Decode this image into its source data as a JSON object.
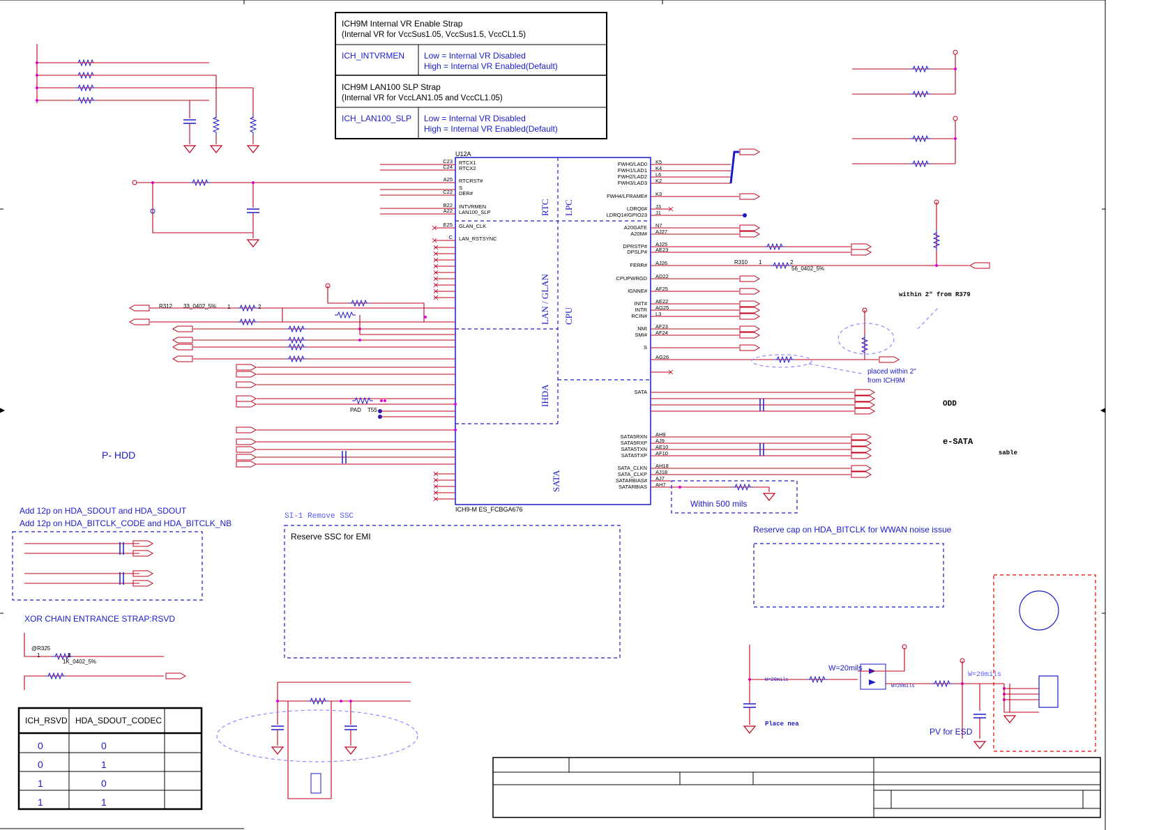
{
  "strap_table": {
    "intvr_title": "ICH9M Internal VR Enable Strap",
    "intvr_sub": "(Internal VR for VccSus1.05, VccSus1.5, VccCL1.5)",
    "intvr_signal": "ICH_INTVRMEN",
    "intvr_low": "Low = Internal VR Disabled",
    "intvr_high": "High = Internal VR Enabled(Default)",
    "lan_title": "ICH9M LAN100 SLP Strap",
    "lan_sub": "(Internal VR for VccLAN1.05 and VccCL1.05)",
    "lan_signal": "ICH_LAN100_SLP",
    "lan_low": "Low = Internal VR Disabled",
    "lan_high": "High = Internal VR Enabled(Default)"
  },
  "chip": {
    "ref": "U12A",
    "part": "ICH9-M ES_FCBGA676",
    "sections": [
      "RTC",
      "LPC",
      "LAN / GLAN",
      "CPU",
      "IHDA",
      "SATA",
      "SATA"
    ],
    "left_pins": [
      {
        "ball": "C23",
        "name": "RTCX1"
      },
      {
        "ball": "C24",
        "name": "RTCX2"
      },
      {
        "ball": "A25",
        "name": "RTCRST#"
      },
      {
        "ball": "",
        "name": "S"
      },
      {
        "ball": "C22",
        "name": "DER#"
      },
      {
        "ball": "B22",
        "name": "INTVRMEN"
      },
      {
        "ball": "A22",
        "name": "LAN100_SLP"
      },
      {
        "ball": "E25",
        "name": "GLAN_CLK"
      },
      {
        "ball": "C",
        "name": "LAN_RSTSYNC"
      }
    ],
    "right_pins": [
      {
        "ball": "K5",
        "name": "FWH0/LAD0"
      },
      {
        "ball": "K4",
        "name": "FWH1/LAD1"
      },
      {
        "ball": "L6",
        "name": "FWH2/LAD2"
      },
      {
        "ball": "K2",
        "name": "FWH3/LAD3"
      },
      {
        "ball": "K3",
        "name": "FWH4/LFRAME#"
      },
      {
        "ball": "J3",
        "name": "LDRQ0#"
      },
      {
        "ball": "J1",
        "name": "LDRQ1#/GPIO23"
      },
      {
        "ball": "N7",
        "name": "A20GATE"
      },
      {
        "ball": "AJ27",
        "name": "A20M#"
      },
      {
        "ball": "AJ25",
        "name": "DPRSTP#"
      },
      {
        "ball": "AE23",
        "name": "DPSLP#"
      },
      {
        "ball": "AJ26",
        "name": "FERR#"
      },
      {
        "ball": "AD22",
        "name": "CPUPWRGD"
      },
      {
        "ball": "AF25",
        "name": "IGNNE#"
      },
      {
        "ball": "AE22",
        "name": "INIT#"
      },
      {
        "ball": "AG25",
        "name": "INTR"
      },
      {
        "ball": "L3",
        "name": "RCIN#"
      },
      {
        "ball": "AF23",
        "name": "NMI"
      },
      {
        "ball": "AF24",
        "name": "SMI#"
      },
      {
        "ball": "",
        "name": "S"
      },
      {
        "ball": "AG26",
        "name": ""
      },
      {
        "ball": "",
        "name": "SATA"
      },
      {
        "ball": "AH9",
        "name": "SATA5RXN"
      },
      {
        "ball": "AJ9",
        "name": "SATA5RXP"
      },
      {
        "ball": "AE10",
        "name": "SATA5TXN"
      },
      {
        "ball": "AF10",
        "name": "SATA5TXP"
      },
      {
        "ball": "AH18",
        "name": "SATA_CLKN"
      },
      {
        "ball": "AJ18",
        "name": "SATA_CLKP"
      },
      {
        "ball": "AJ7",
        "name": "SATARBIAS#"
      },
      {
        "ball": "AH7",
        "name": "SATARBIAS"
      }
    ]
  },
  "labels": {
    "r312": "R312",
    "r312_val": "33_0402_5%",
    "pin1": "1",
    "pin2": "2",
    "r310": "R310",
    "r310_val": "56_0402_5%",
    "pad": "PAD",
    "t55": "T55",
    "within2": "within 2\" from R379",
    "placed_within": "placed within 2\"",
    "from_ich": "from ICH9M",
    "odd": "ODD",
    "esata": "e-SATA",
    "sable": "sable",
    "phdd": "P- HDD",
    "within500": "Within 500 mils",
    "add12p_1": "Add 12p on HDA_SDOUT and HDA_SDOUT",
    "add12p_2": "Add 12p on HDA_BITCLK_CODE and HDA_BITCLK_NB",
    "si1": "SI-1 Remove SSC",
    "reserve_ssc": "Reserve SSC for EMI",
    "reserve_cap": "Reserve cap on HDA_BITCLK  for WWAN noise issue",
    "xor": "XOR CHAIN ENTRANCE STRAP:RSVD",
    "r325": "@R325",
    "r325_val": "1K_0402_5%",
    "w20_a": "W=20mils",
    "w20_b": "W=20mils",
    "w20_small1": "W=20mils",
    "w20_small2": "W=20mils",
    "place_nea": "Place nea",
    "pv_esd": "PV for ESD"
  },
  "truth_table": {
    "headers": [
      "ICH_RSVD",
      "HDA_SDOUT_CODEC",
      ""
    ],
    "rows": [
      [
        "0",
        "0"
      ],
      [
        "0",
        "1"
      ],
      [
        "1",
        "0"
      ],
      [
        "1",
        "1"
      ]
    ]
  },
  "colors": {
    "wire": "#c0001a",
    "junction": "#e000e0",
    "component": "#1a1acc",
    "text_blue": "#1a1acc",
    "black": "#000000"
  }
}
